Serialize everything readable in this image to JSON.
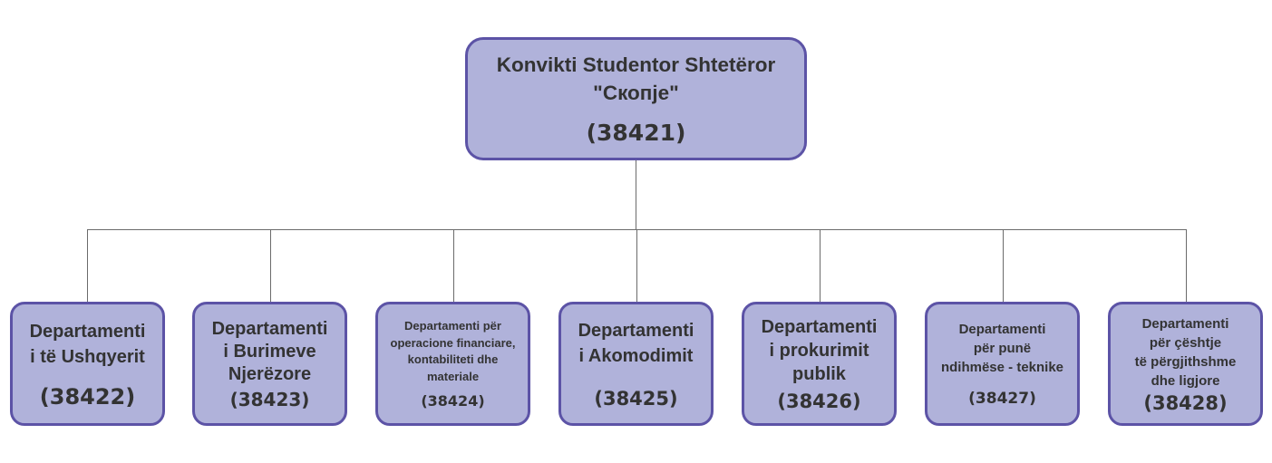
{
  "root": {
    "name": "Konvikti Studentor Shtetëror\n\"Скопје\"",
    "code": "(38421)"
  },
  "departments": [
    {
      "name": "Departamenti\ni të Ushqyerit",
      "code": "(38422)"
    },
    {
      "name": "Departamenti\ni Burimeve\nNjerëzore",
      "code": "(38423)"
    },
    {
      "name": "Departamenti për\noperacione financiare,\nkontabiliteti dhe\nmateriale",
      "code": "(38424)"
    },
    {
      "name": "Departamenti\ni Akomodimit",
      "code": "(38425)"
    },
    {
      "name": "Departamenti\ni prokurimit\npublik",
      "code": "(38426)"
    },
    {
      "name": "Departamenti\npër punë\nndihmëse - teknike",
      "code": "(38427)"
    },
    {
      "name": "Departamenti\npër çështje\ntë përgjithshme\ndhe ligjore",
      "code": "(38428)"
    }
  ]
}
